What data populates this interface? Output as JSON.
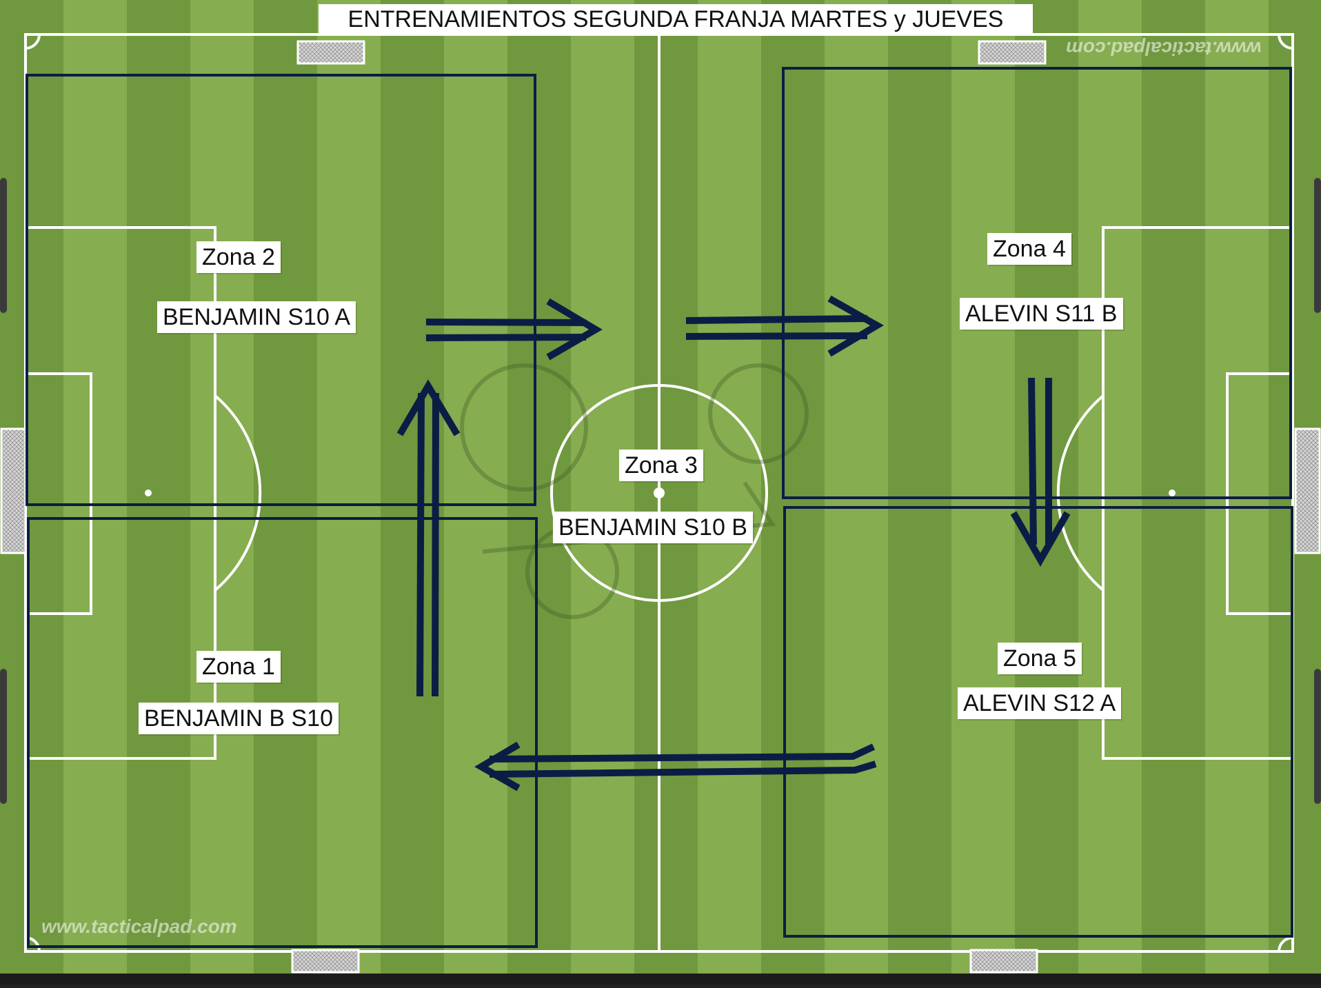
{
  "title": "ENTRENAMIENTOS SEGUNDA FRANJA MARTES y JUEVES",
  "watermark": "www.tacticalpad.com",
  "colors": {
    "grass_dark": "#70983f",
    "grass_light": "#86ad50",
    "field_lines": "#ffffff",
    "zone_border": "#0c1d45",
    "arrows": "#0c1d45",
    "label_background": "#ffffff"
  },
  "zones": [
    {
      "id": "zona-1",
      "zone_label": "Zona 1",
      "team_label": "BENJAMIN B S10"
    },
    {
      "id": "zona-2",
      "zone_label": "Zona 2",
      "team_label": "BENJAMIN S10 A"
    },
    {
      "id": "zona-3",
      "zone_label": "Zona 3",
      "team_label": "BENJAMIN S10 B"
    },
    {
      "id": "zona-4",
      "zone_label": "Zona 4",
      "team_label": "ALEVIN S11 B"
    },
    {
      "id": "zona-5",
      "zone_label": "Zona 5",
      "team_label": "ALEVIN S12 A"
    }
  ],
  "rotation_arrows": [
    {
      "from": "Zona 1",
      "to": "Zona 2",
      "direction": "up"
    },
    {
      "from": "Zona 2",
      "to": "Zona 3",
      "direction": "right"
    },
    {
      "from": "Zona 3",
      "to": "Zona 4",
      "direction": "right"
    },
    {
      "from": "Zona 4",
      "to": "Zona 5",
      "direction": "down"
    },
    {
      "from": "Zona 5",
      "to": "Zona 1",
      "direction": "left"
    }
  ]
}
